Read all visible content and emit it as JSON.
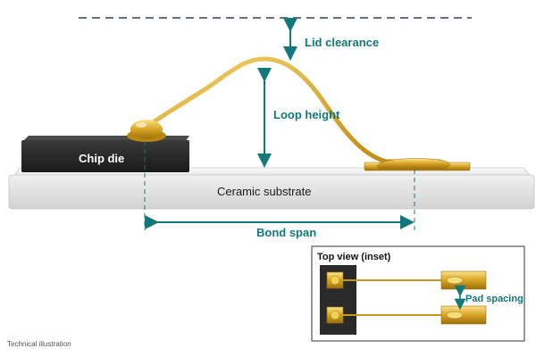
{
  "labels": {
    "lid_clearance": "Lid clearance",
    "loop_height": "Loop height",
    "chip_die": "Chip die",
    "ceramic_substrate": "Ceramic substrate",
    "bond_span": "Bond span"
  },
  "inset": {
    "title": "Top view (inset)",
    "pad_spacing": "Pad spacing"
  },
  "caption": "Technical illustration",
  "colors": {
    "accent": "#13787a",
    "gold": "#d4a017",
    "die": "#2b2b2b",
    "substrate": "#ececec"
  }
}
